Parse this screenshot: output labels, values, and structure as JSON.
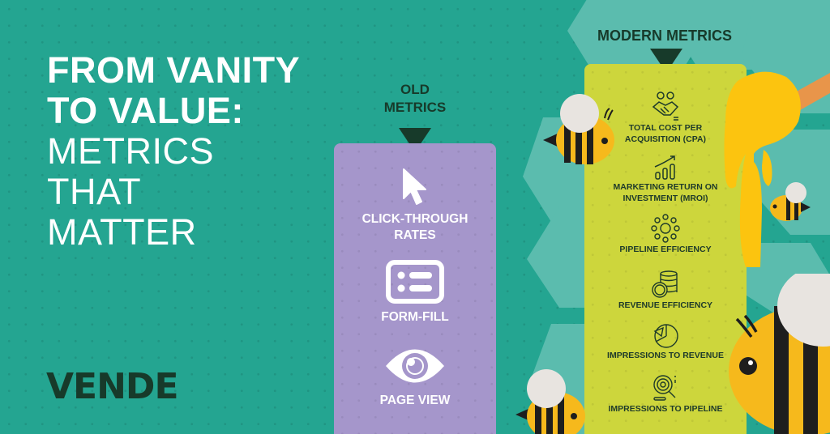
{
  "headline": {
    "bold_line_1": "FROM VANITY",
    "bold_line_2": "TO VALUE:",
    "light_line_1": "METRICS",
    "light_line_2": "THAT",
    "light_line_3": "MATTER"
  },
  "logo": {
    "text": "VENDE"
  },
  "old_metrics": {
    "title_line_1": "OLD",
    "title_line_2": "METRICS",
    "items": [
      {
        "icon": "cursor-arrow-icon",
        "label_line_1": "CLICK-THROUGH",
        "label_line_2": "RATES"
      },
      {
        "icon": "form-list-icon",
        "label_line_1": "FORM-FILL",
        "label_line_2": ""
      },
      {
        "icon": "eye-icon",
        "label_line_1": "PAGE VIEW",
        "label_line_2": ""
      }
    ]
  },
  "modern_metrics": {
    "title": "MODERN METRICS",
    "items": [
      {
        "icon": "handshake-coins-icon",
        "label_line_1": "TOTAL COST PER",
        "label_line_2": "ACQUISITION (CPA)"
      },
      {
        "icon": "growth-chart-icon",
        "label_line_1": "MARKETING RETURN ON",
        "label_line_2": "INVESTMENT (MROI)"
      },
      {
        "icon": "network-people-icon",
        "label_line_1": "PIPELINE EFFICIENCY",
        "label_line_2": ""
      },
      {
        "icon": "coin-stack-icon",
        "label_line_1": "REVENUE EFFICIENCY",
        "label_line_2": ""
      },
      {
        "icon": "pie-chart-icon",
        "label_line_1": "IMPRESSIONS TO REVENUE",
        "label_line_2": ""
      },
      {
        "icon": "magnifier-target-icon",
        "label_line_1": "IMPRESSIONS TO PIPELINE",
        "label_line_2": ""
      }
    ]
  },
  "colors": {
    "background": "#24a591",
    "hexagon": "#5bbcae",
    "old_box": "#a596cb",
    "modern_box": "#cdd63c",
    "dark_green": "#173a2a",
    "honey": "#fcc40f",
    "bee_yellow": "#f6b91c",
    "bee_black": "#1e1e1e",
    "wing": "#e8e4e0"
  }
}
